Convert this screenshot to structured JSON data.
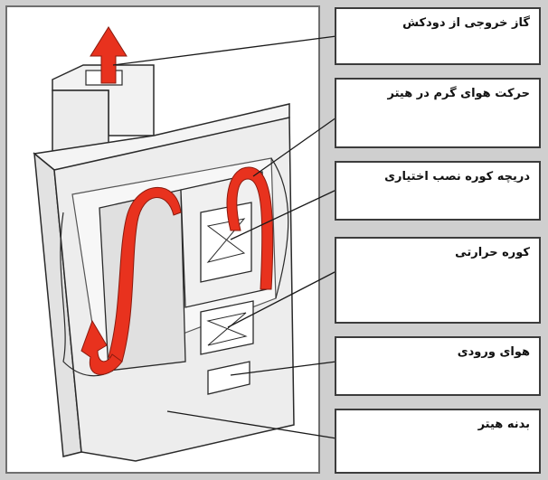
{
  "labels": [
    {
      "id": "flue-gas",
      "text": "گاز خروجی از دودکش"
    },
    {
      "id": "hot-air",
      "text": "حرکت هوای گرم در هیتر"
    },
    {
      "id": "damper",
      "text": "دریچه کوره نصب اختیاری"
    },
    {
      "id": "furnace",
      "text": "کوره حرارتی"
    },
    {
      "id": "air-inlet",
      "text": "هوای ورودی"
    },
    {
      "id": "body",
      "text": "بدنه هیتر"
    }
  ],
  "colors": {
    "arrow": "#e8321e",
    "outline": "#2a2a2a",
    "body_fill": "#e9e9e9",
    "frame": "#cfcfcf"
  }
}
